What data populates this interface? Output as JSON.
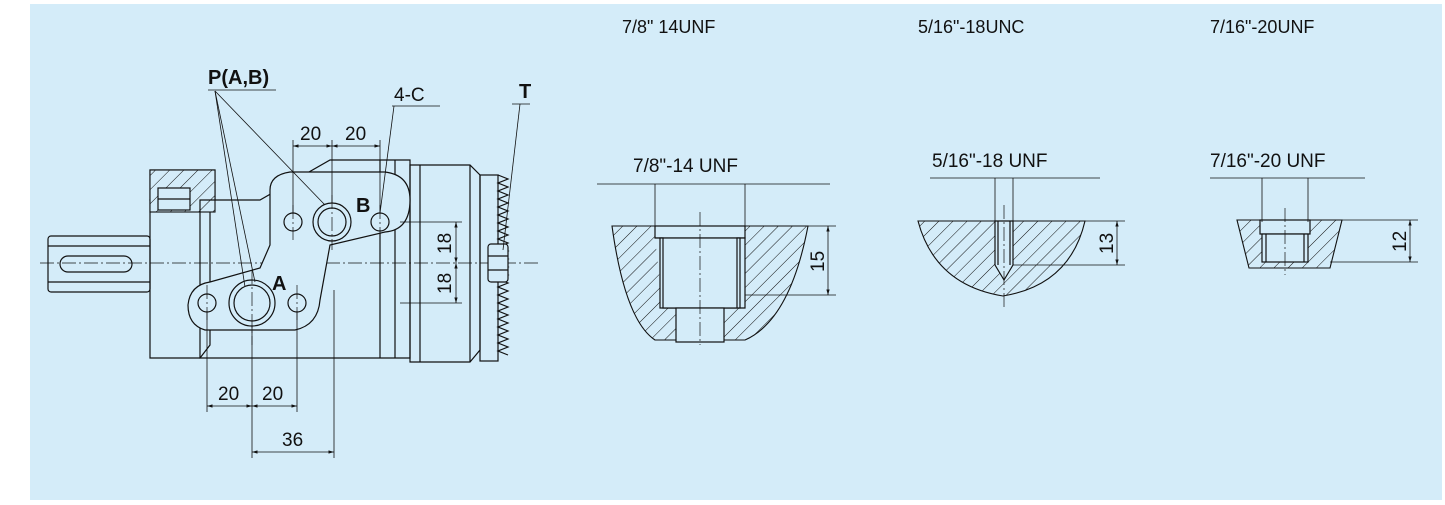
{
  "top_labels": {
    "unf78": "7/8\" 14UNF",
    "unc516": "5/16\"-18UNC",
    "unf716": "7/16\"-20UNF"
  },
  "motor": {
    "port_p_label": "P(A,B)",
    "port_a_label": "A",
    "port_b_label": "B",
    "port_t_label": "T",
    "holes_label": "4-C",
    "dim_top_left": "20",
    "dim_top_right": "20",
    "dim_bottom_left": "20",
    "dim_bottom_right": "20",
    "dim_bottom_total": "36",
    "dim_vert_upper": "18",
    "dim_vert_lower": "18"
  },
  "sections": {
    "s1": {
      "thread": "7/8\"-14 UNF",
      "depth": "15"
    },
    "s2": {
      "thread": "5/16\"-18 UNF",
      "depth": "13"
    },
    "s3": {
      "thread": "7/16\"-20 UNF",
      "depth": "12"
    }
  },
  "colors": {
    "background": "#d4ecf9",
    "line": "#111111"
  }
}
